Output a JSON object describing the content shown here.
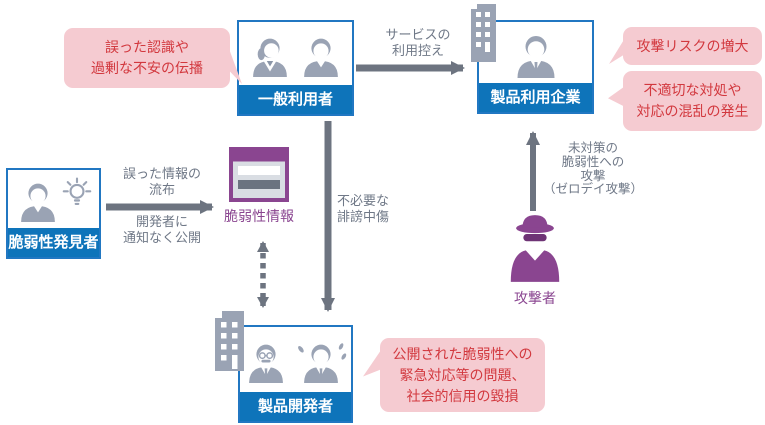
{
  "diagram": {
    "title_hint": "vulnerability information disclosure risk diagram",
    "nodes": {
      "discoverer": {
        "label": "脆弱性発見者"
      },
      "general_users": {
        "label": "一般利用者"
      },
      "product_company": {
        "label": "製品利用企業"
      },
      "product_developer": {
        "label": "製品開発者"
      },
      "vuln_info": {
        "label": "脆弱性情報"
      },
      "attacker": {
        "label": "攻撃者"
      }
    },
    "arrow_labels": {
      "service_refrain": "サービスの\n利用控え",
      "false_info": "誤った情報の\n流布",
      "publish_without_notice": "開発者に\n通知なく公開",
      "slander": "不必要な\n誹謗中傷",
      "zero_day": "未対策の\n脆弱性への\n攻撃\n（ゼロデイ攻撃）"
    },
    "callouts": {
      "misperception": "誤った認識や\n過剰な不安の伝播",
      "attack_risk": "攻撃リスクの増大",
      "improper_response": "不適切な対処や\n対応の混乱の発生",
      "disclosure_problems": "公開された脆弱性への\n緊急対応等の問題、\n社会的信用の毀損"
    },
    "colors": {
      "box_border": "#2177c2",
      "label_bar": "#0e74ba",
      "icon_gray": "#9aa3b4",
      "arrow_gray": "#6d7480",
      "text_gray": "#6f7887",
      "callout_bg": "#f5cbd1",
      "callout_text": "#d2383e",
      "purple": "#8a4590",
      "browser_body": "#d9dde3",
      "browser_dark": "#6b7380"
    }
  }
}
